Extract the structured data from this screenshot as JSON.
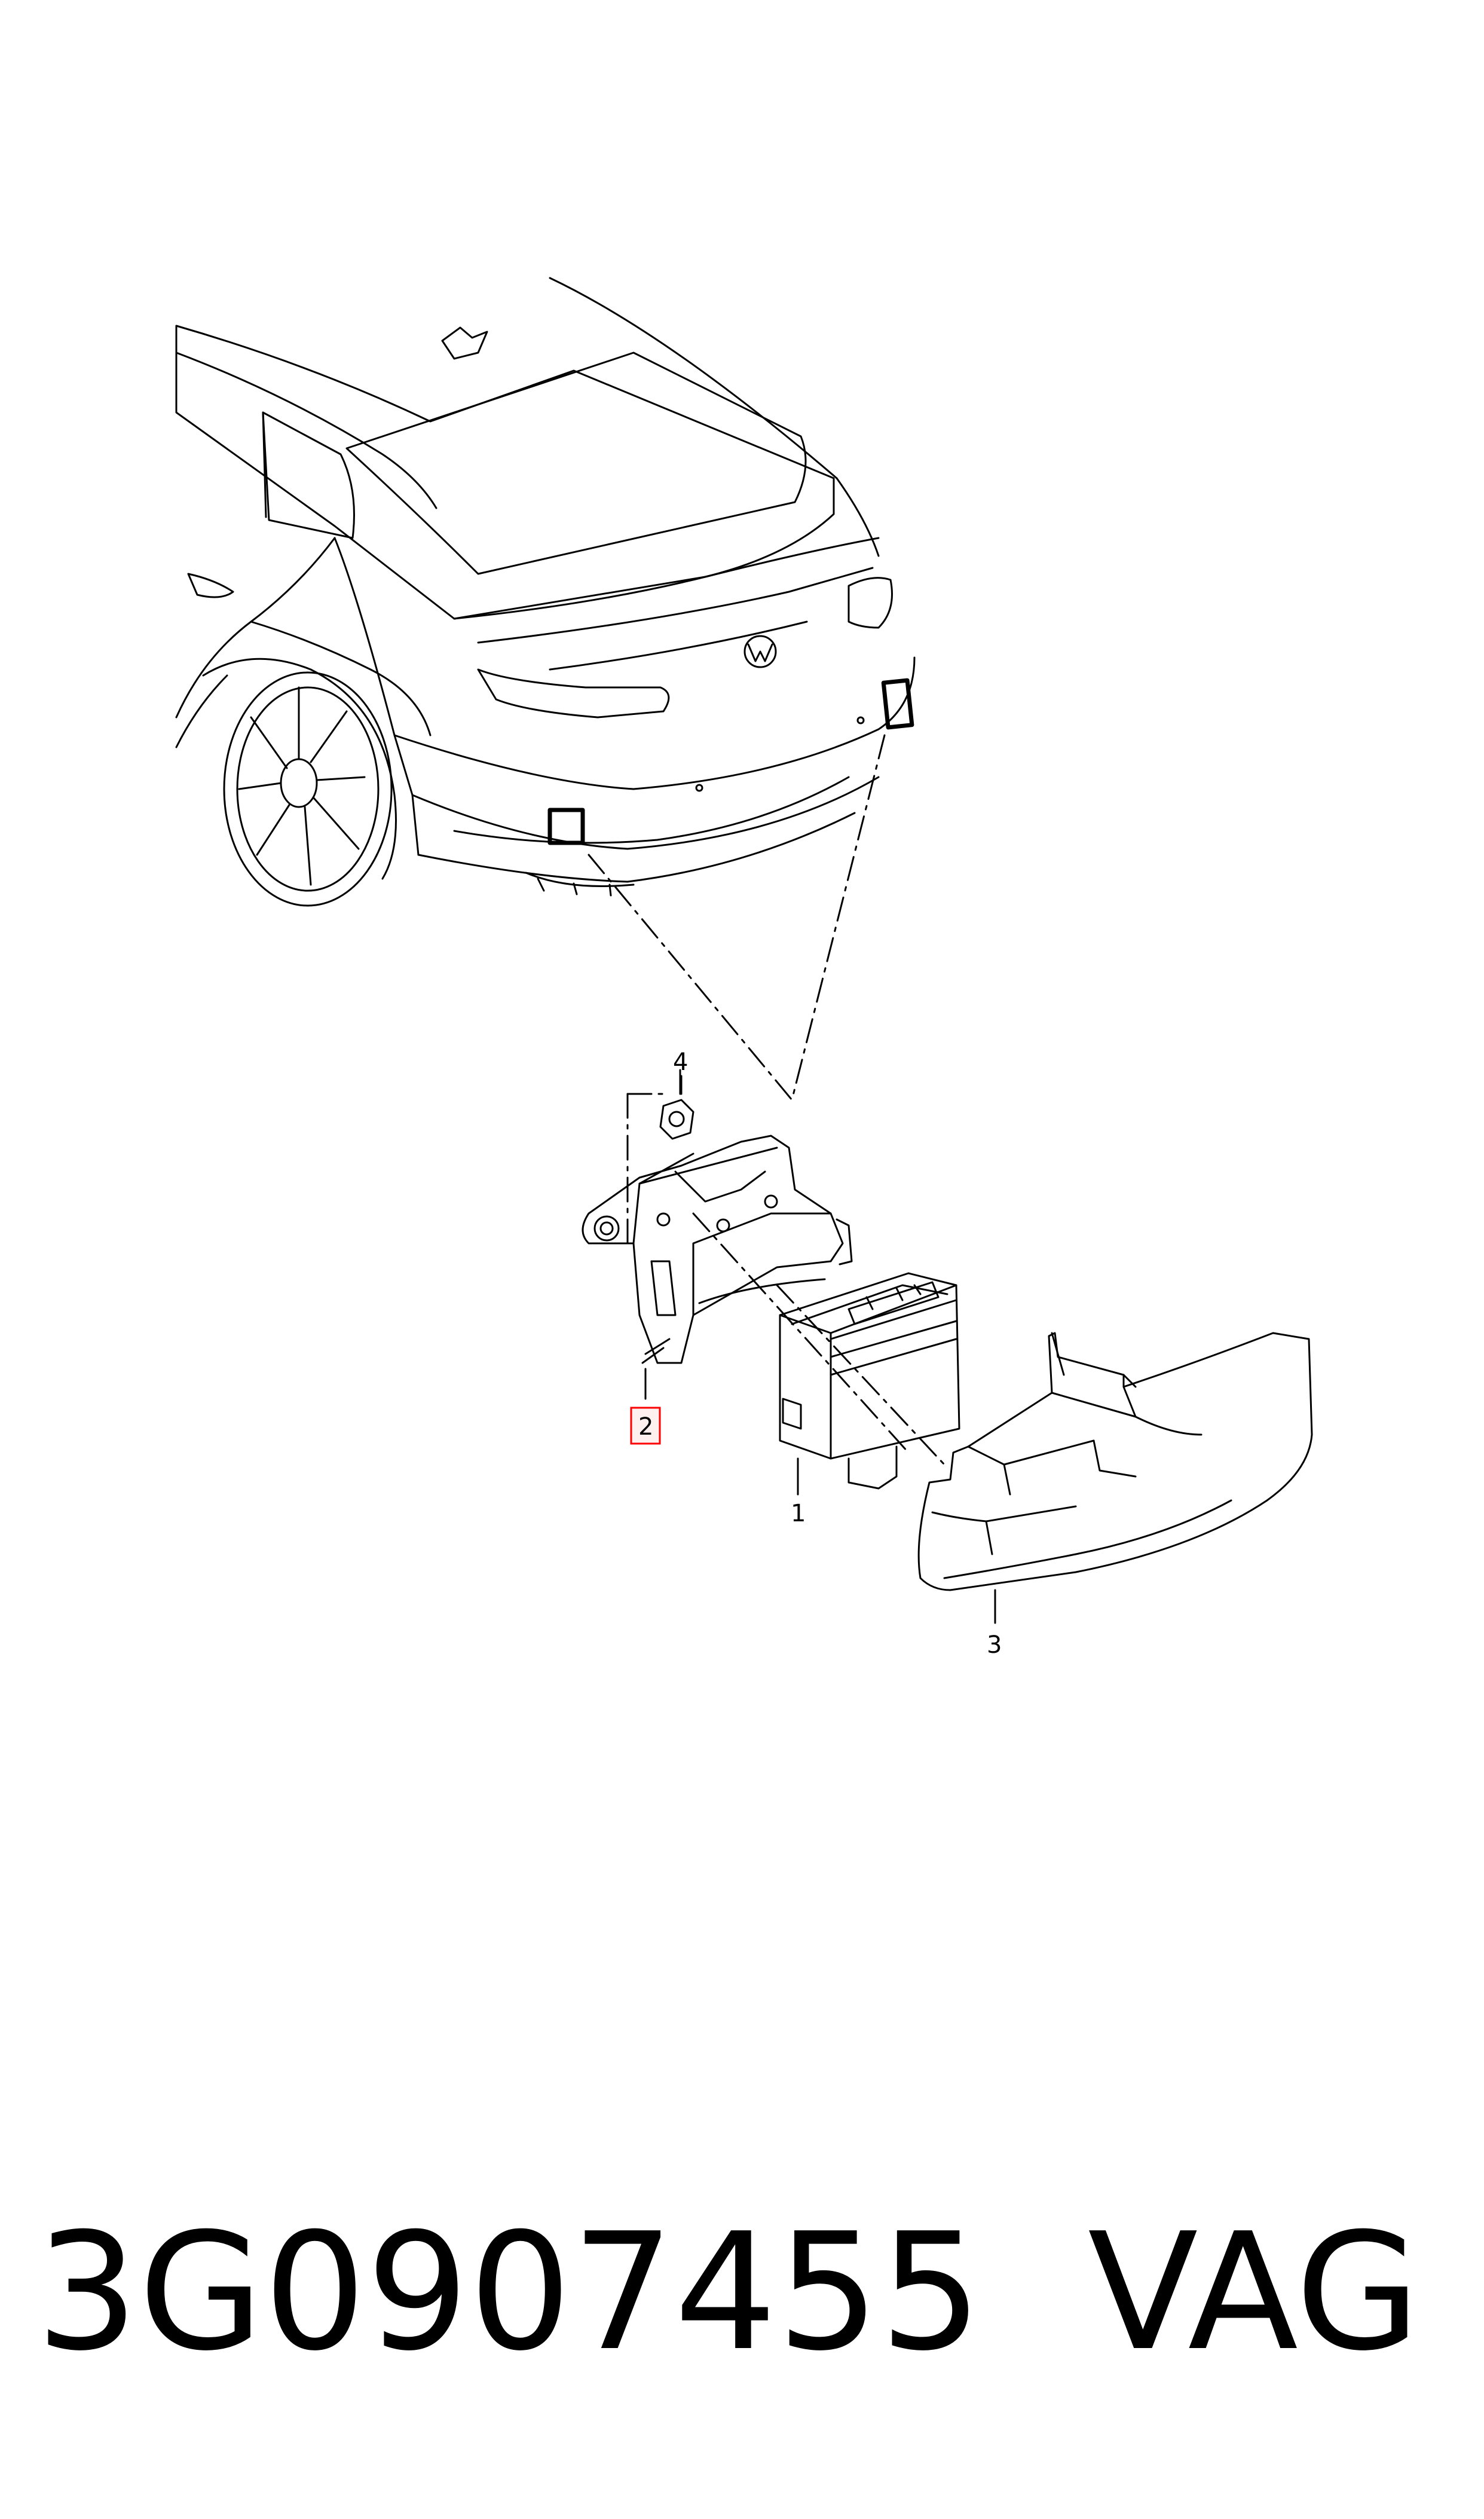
{
  "callouts": {
    "c1": "1",
    "c2": "2",
    "c3": "3",
    "c4": "4"
  },
  "part_number": "3G0907455",
  "brand": "VAG",
  "colors": {
    "line": "#000000",
    "highlight": "#ff0000",
    "highlight_fill": "#fff0f0",
    "background": "#ffffff"
  }
}
